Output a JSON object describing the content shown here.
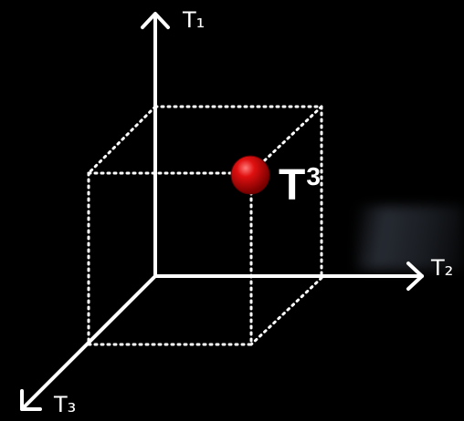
{
  "axes": {
    "t1": {
      "label": "T₁"
    },
    "t2": {
      "label": "T₂"
    },
    "t3": {
      "label": "T₃"
    }
  },
  "point": {
    "base": "T",
    "superscript": "3",
    "color": "#cc0000"
  },
  "colors": {
    "background": "#000000",
    "lines": "#ffffff"
  }
}
